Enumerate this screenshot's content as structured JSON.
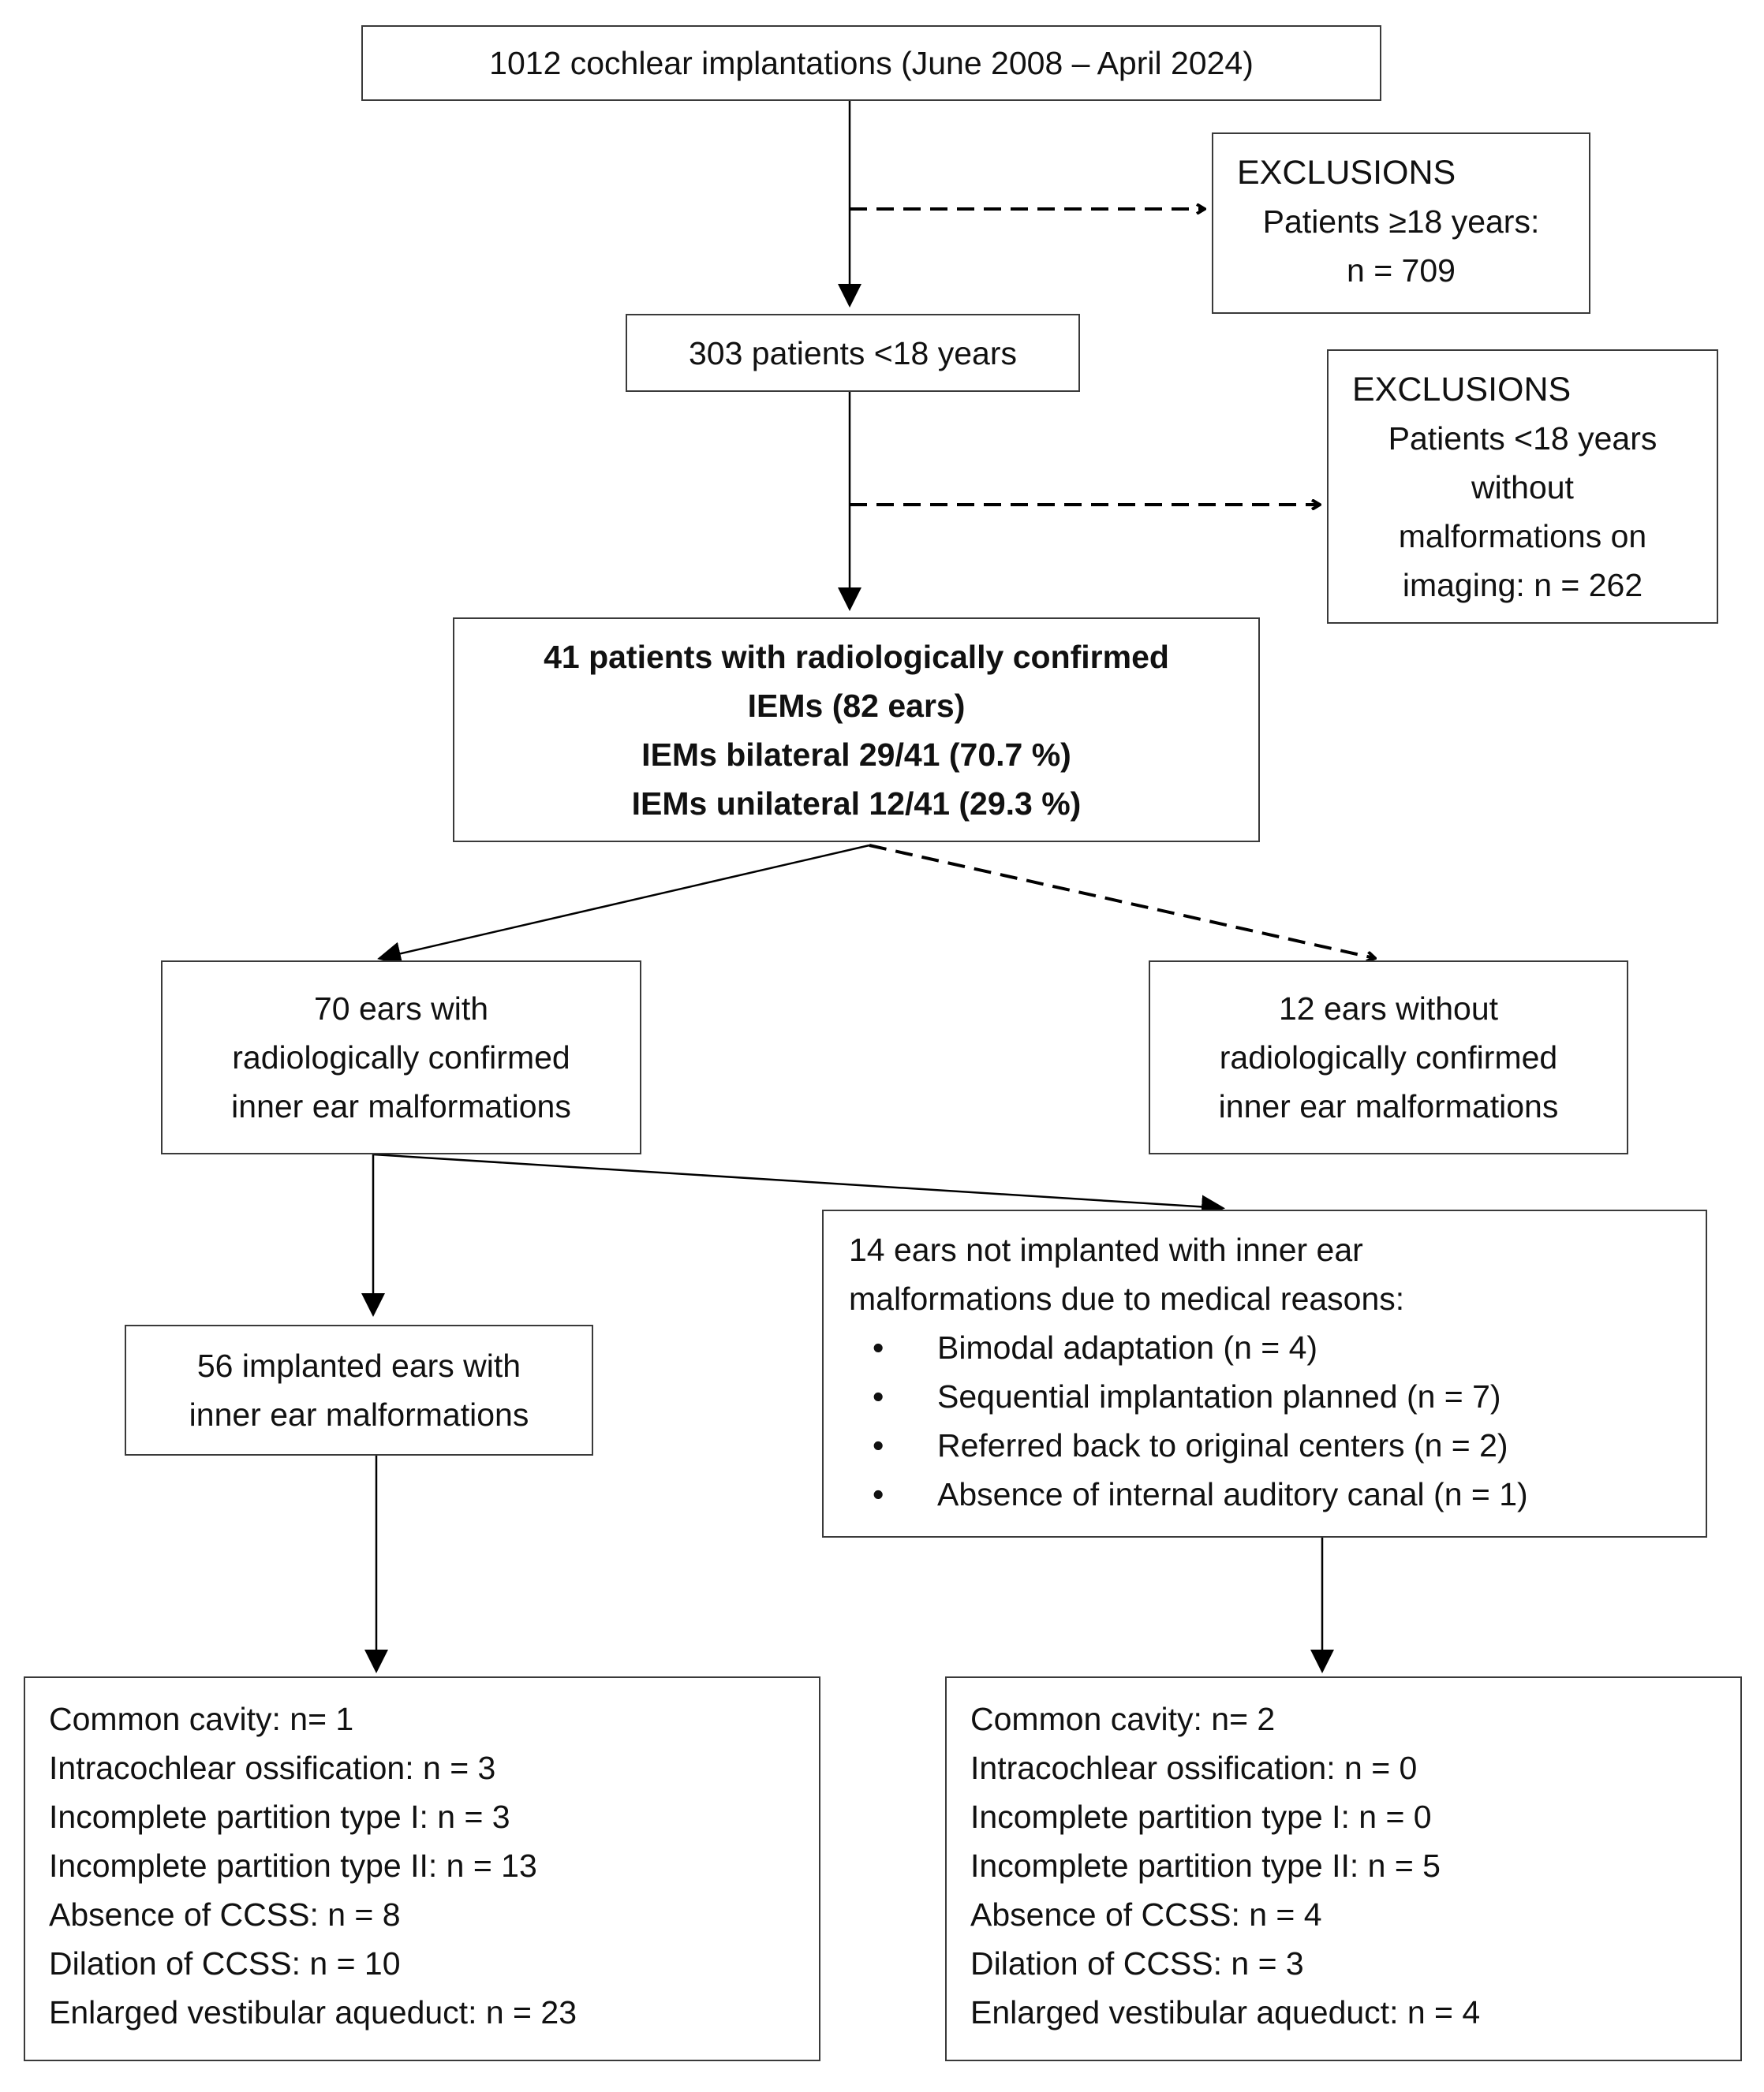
{
  "boxes": {
    "total": {
      "lines": [
        "1012 cochlear implantations (June 2008 – April 2024)"
      ]
    },
    "excl_adults": {
      "lines": [
        "EXCLUSIONS",
        "Patients ≥18 years:",
        "n = 709"
      ]
    },
    "under18": {
      "lines": [
        "303 patients <18 years"
      ]
    },
    "excl_nomalf": {
      "lines": [
        "EXCLUSIONS",
        "Patients <18 years",
        "without",
        "malformations on",
        "imaging: n = 262"
      ]
    },
    "iem_patients": {
      "lines": [
        "41 patients with radiologically confirmed",
        "IEMs (82 ears)",
        "IEMs bilateral 29/41 (70.7 %)",
        "IEMs unilateral 12/41 (29.3 %)"
      ]
    },
    "ears_with": {
      "lines": [
        "70 ears with",
        "radiologically confirmed",
        "inner ear malformations"
      ]
    },
    "ears_without": {
      "lines": [
        "12 ears without",
        "radiologically confirmed",
        "inner ear malformations"
      ]
    },
    "not_implanted": {
      "lines": [
        "14 ears not implanted with inner ear",
        "malformations due to medical reasons:"
      ],
      "bullets": [
        "Bimodal adaptation (n = 4)",
        "Sequential implantation planned (n = 7)",
        "Referred back to original centers (n = 2)",
        "Absence of internal auditory canal (n = 1)"
      ],
      "bullet_symbol": "•"
    },
    "implanted": {
      "lines": [
        "56 implanted ears with",
        "inner ear malformations"
      ]
    },
    "implanted_breakdown": {
      "lines": [
        "Common cavity: n= 1",
        "Intracochlear ossification: n = 3",
        "Incomplete partition type I: n = 3",
        "Incomplete partition type II: n = 13",
        "Absence of CCSS: n = 8",
        "Dilation of CCSS: n = 10",
        "Enlarged vestibular aqueduct: n = 23"
      ]
    },
    "not_implanted_breakdown": {
      "lines": [
        "Common cavity: n= 2",
        "Intracochlear ossification: n = 0",
        "Incomplete partition type I: n = 0",
        "Incomplete partition type II: n = 5",
        "Absence of CCSS: n = 4",
        "Dilation of CCSS: n = 3",
        "Enlarged vestibular aqueduct: n = 4"
      ]
    }
  },
  "colors": {
    "border": "#3a3a3a",
    "text": "#111111",
    "arrow": "#000000"
  }
}
